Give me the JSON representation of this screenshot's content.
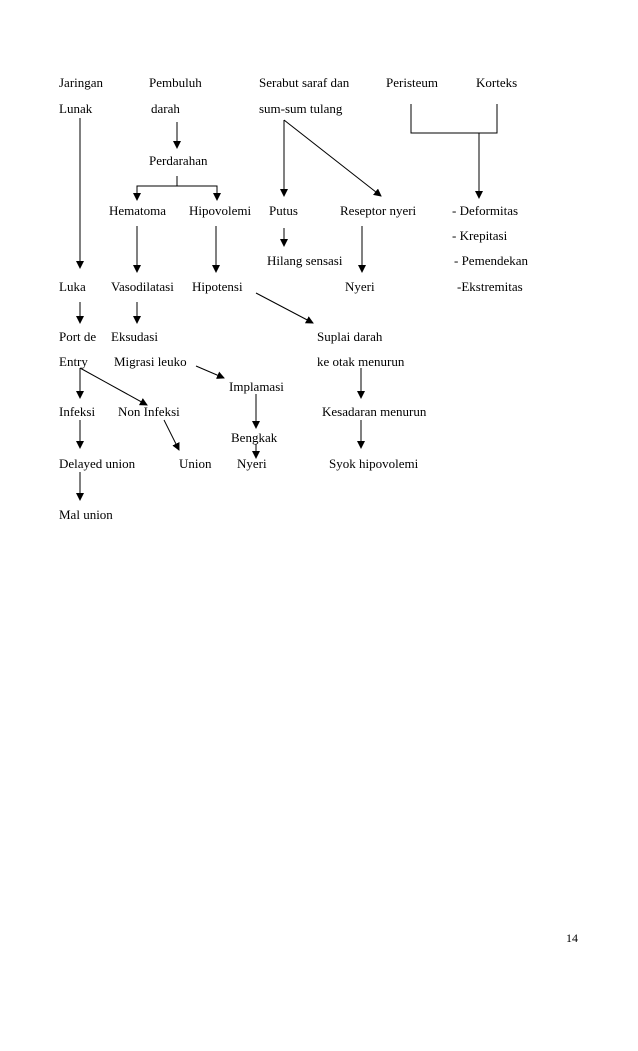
{
  "diagram": {
    "nodes": {
      "jaringan": "Jaringan",
      "lunak": "Lunak",
      "pembuluh": "Pembuluh",
      "darah": "darah",
      "serabut": "Serabut saraf dan",
      "sumsum": "sum-sum tulang",
      "peristeum": "Peristeum",
      "korteks": "Korteks",
      "perdarahan": "Perdarahan",
      "hematoma": "Hematoma",
      "hipovolemi": "Hipovolemi",
      "putus": "Putus",
      "reseptor": "Reseptor nyeri",
      "deformitas": "- Deformitas",
      "krepitasi": "- Krepitasi",
      "pemendekan": "- Pemendekan",
      "ekstremitas": "-Ekstremitas",
      "hilang_sensasi": "Hilang sensasi",
      "luka": "Luka",
      "vasodilatasi": "Vasodilatasi",
      "hipotensi": "Hipotensi",
      "nyeri": "Nyeri",
      "port_de": "Port de",
      "entry": "Entry",
      "eksudasi": "Eksudasi",
      "migrasi": "Migrasi leuko",
      "suplai": "Suplai darah",
      "otak": "ke otak menurun",
      "implamasi": "Implamasi",
      "infeksi": "Infeksi",
      "non_infeksi": "Non Infeksi",
      "kesadaran": "Kesadaran menurun",
      "bengkak": "Bengkak",
      "delayed": "Delayed union",
      "union": "Union",
      "nyeri2": "Nyeri",
      "syok": "Syok hipovolemi",
      "mal_union": "Mal union"
    }
  },
  "footer": {
    "page_number": "14"
  }
}
